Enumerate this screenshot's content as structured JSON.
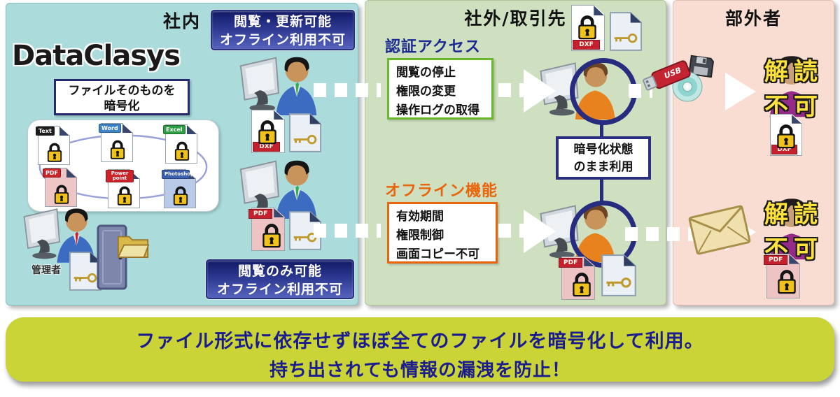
{
  "zones": {
    "internal": {
      "header": "社内",
      "brand": "DataClasys",
      "callout_line1": "ファイルそのものを",
      "callout_line2": "暗号化",
      "badge_top_line1": "閲覧・更新可能",
      "badge_top_line2": "オフライン利用不可",
      "badge_bottom_line1": "閲覧のみ可能",
      "badge_bottom_line2": "オフライン利用不可",
      "admin_label": "管理者",
      "file_types": [
        {
          "label": "Text",
          "color": "#1c1c1c"
        },
        {
          "label": "Word",
          "color": "#3d85c8"
        },
        {
          "label": "Excel",
          "color": "#2e9e44"
        },
        {
          "label": "PDF",
          "color": "#cc2229"
        },
        {
          "label": "Power point",
          "color": "#cc2229"
        },
        {
          "label": "Photoshop",
          "color": "#3c5fae"
        }
      ]
    },
    "external": {
      "header": "社外/取引先",
      "auth_title": "認証アクセス",
      "auth_items": [
        "閲覧の停止",
        "権限の変更",
        "操作ログの取得"
      ],
      "offline_title": "オフライン機能",
      "offline_items": [
        "有効期間",
        "権限制御",
        "画面コピー不可"
      ],
      "encrypted_line1": "暗号化状態",
      "encrypted_line2": "のまま利用"
    },
    "outsider": {
      "header": "部外者",
      "blocked_line1": "解読",
      "blocked_line2": "不可"
    }
  },
  "labels": {
    "dxf": "DXF",
    "pdf": "PDF",
    "usb": "USB"
  },
  "banner": {
    "line1": "ファイル形式に依存せずほぼ全てのファイルを暗号化して利用。",
    "line2": "持ち出されても情報の漏洩を防止！"
  },
  "colors": {
    "internal_bg": "#abdcdb",
    "external_bg": "#cfe0c1",
    "outsider_bg": "#f9ddd2",
    "banner_bg": "#cbd437",
    "banner_text": "#1b1c8e",
    "badge_gradient_top": "#121a66",
    "badge_gradient_bottom": "#5663bd",
    "auth_border": "#6ab82e",
    "auth_title_color": "#1c2b8f",
    "offline_accent": "#e8650c",
    "navy_ring": "#272c7e",
    "blocked_text": "#ffe23c",
    "lock_gold": "#f2c21c"
  }
}
